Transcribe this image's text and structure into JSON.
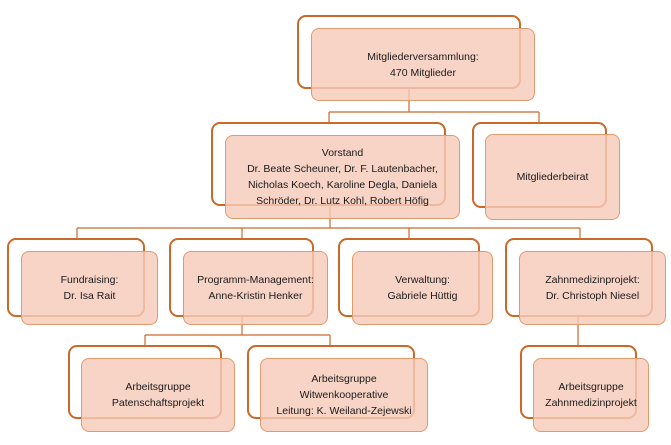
{
  "colors": {
    "outline": "#c9692a",
    "fill": "#f7cbba",
    "connector": "#c9692a",
    "text": "#1a1a1a"
  },
  "nodes": {
    "mitgliederversammlung": {
      "lines": [
        "Mitgliederversammlung:",
        "470 Mitglieder"
      ]
    },
    "vorstand": {
      "lines": [
        "Vorstand",
        "Dr. Beate Scheuner, Dr. F. Lautenbacher,",
        "Nicholas Koech, Karoline Degla, Daniela",
        "Schröder, Dr. Lutz Kohl, Robert Höfig"
      ]
    },
    "mitgliederbeirat": {
      "lines": [
        "Mitgliederbeirat"
      ]
    },
    "fundraising": {
      "lines": [
        "Fundraising:",
        "Dr. Isa Rait"
      ]
    },
    "programm_management": {
      "lines": [
        "Programm-Management:",
        "Anne-Kristin Henker"
      ]
    },
    "verwaltung": {
      "lines": [
        "Verwaltung:",
        "Gabriele Hüttig"
      ]
    },
    "zahnmedizinprojekt": {
      "lines": [
        "Zahnmedizinprojekt:",
        "Dr. Christoph Niesel"
      ]
    },
    "ag_patenschaft": {
      "lines": [
        "Arbeitsgruppe",
        "Patenschaftsprojekt"
      ]
    },
    "ag_witwen": {
      "lines": [
        "Arbeitsgruppe",
        "Witwenkooperative",
        "Leitung: K. Weiland-Zejewski"
      ]
    },
    "ag_zahnmedizin": {
      "lines": [
        "Arbeitsgruppe",
        "Zahnmedizinprojekt"
      ]
    }
  }
}
